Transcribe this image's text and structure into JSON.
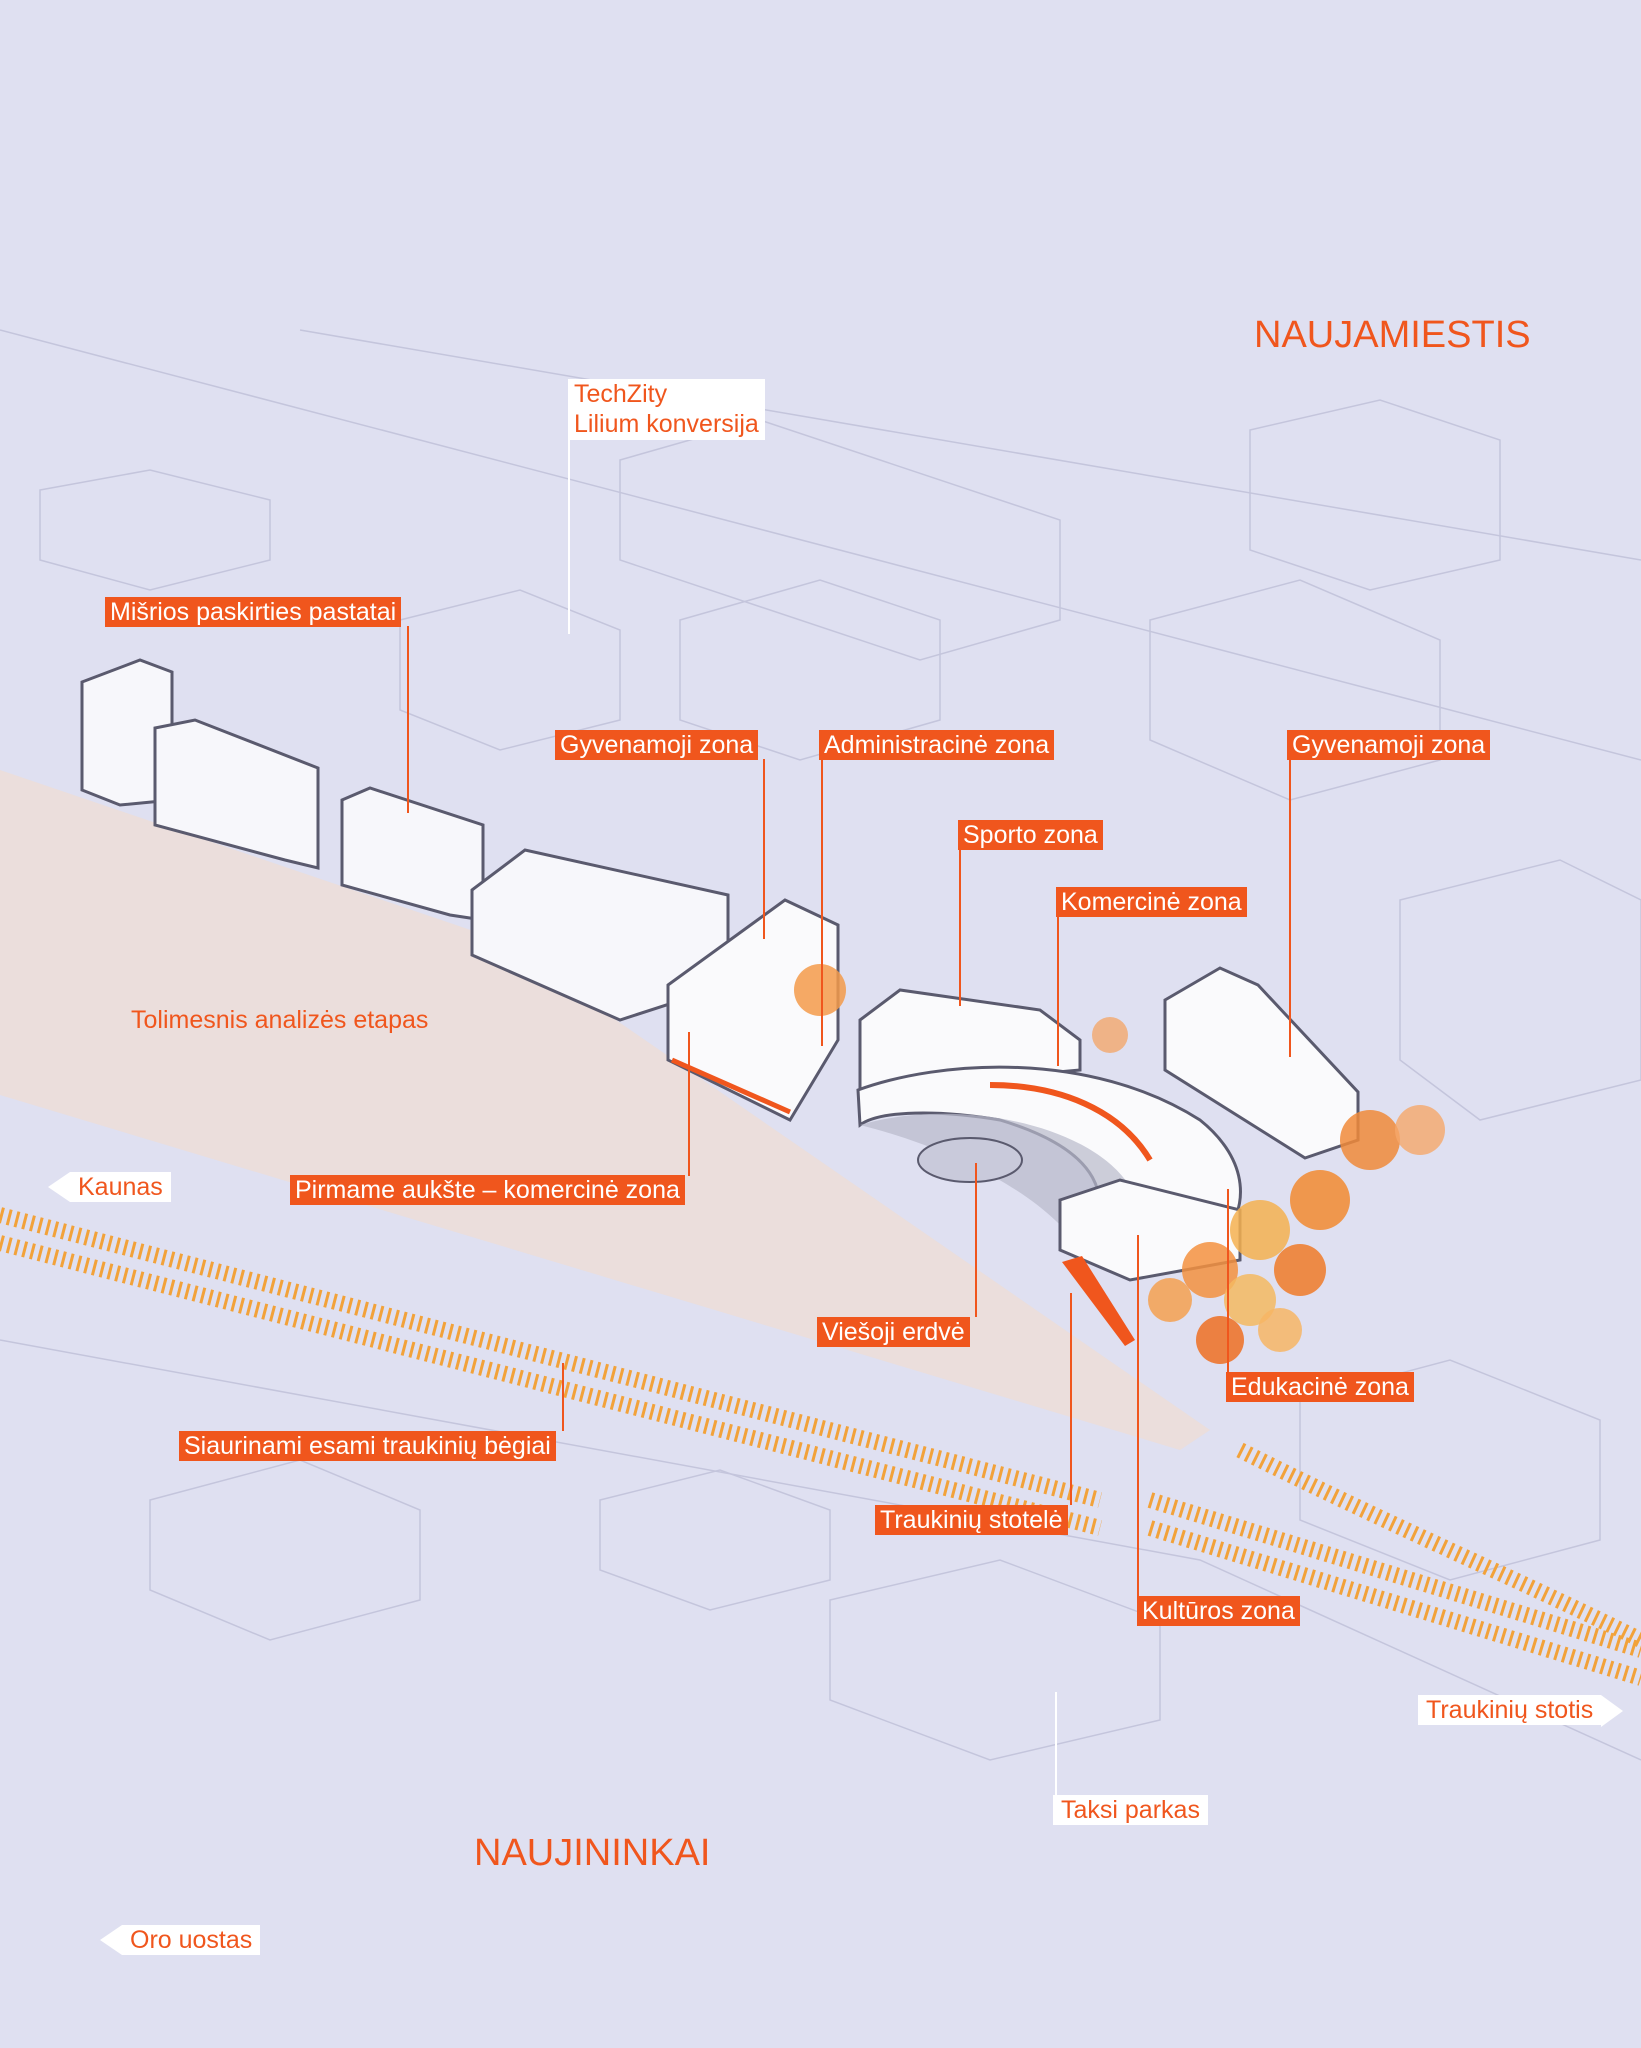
{
  "districts": {
    "north": "NAUJAMIESTIS",
    "south": "NAUJININKAI"
  },
  "labels": {
    "techzity": [
      "TechZity",
      "Lilium konversija"
    ],
    "misrios": "Mišrios paskirties pastatai",
    "gyvenamoji_left": "Gyvenamoji zona",
    "administracine": "Administracinė zona",
    "sporto": "Sporto zona",
    "komercine": "Komercinė zona",
    "gyvenamoji_right": "Gyvenamoji zona",
    "tolimesnis": "Tolimesnis analizės etapas",
    "pirmame": "Pirmame aukšte – komercinė zona",
    "viesoji": "Viešoji erdvė",
    "edukacine": "Edukacinė zona",
    "siaurinami": "Siaurinami esami traukinių bėgiai",
    "stotele": "Traukinių stotelė",
    "kulturos": "Kultūros zona",
    "taksi": "Taksi parkas"
  },
  "directions": {
    "kaunas": "Kaunas",
    "stotis": "Traukinių stotis",
    "oro_uostas": "Oro uostas"
  },
  "colors": {
    "accent": "#f0561d",
    "background": "#dfe0f1",
    "rail": "#f2a23a"
  }
}
